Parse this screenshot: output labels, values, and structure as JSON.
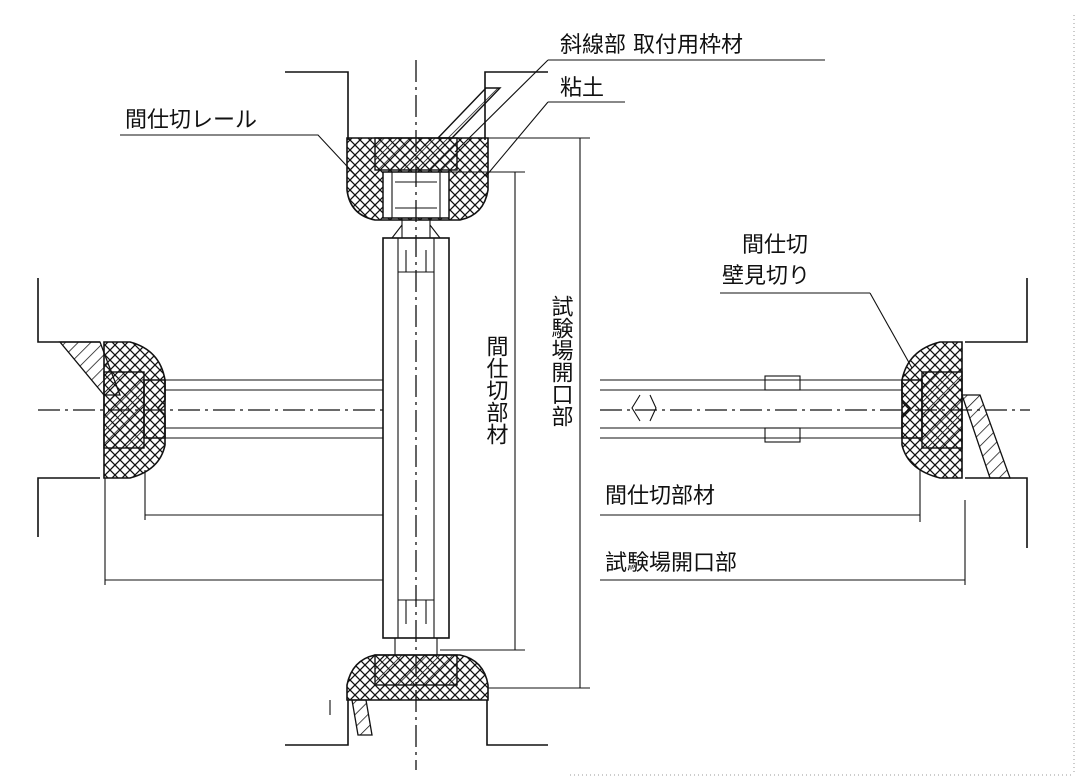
{
  "labels": {
    "hatched_frame": "斜線部 取付用枠材",
    "clay": "粘土",
    "partition_rail": "間仕切レール",
    "partition_wall_cut_line1": "間仕切",
    "partition_wall_cut_line2": "壁見切り",
    "partition_member_vertical": "間仕切部材",
    "test_opening_vertical": "試験場開口部",
    "partition_member_horizontal": "間仕切部材",
    "test_opening_horizontal": "試験場開口部"
  }
}
